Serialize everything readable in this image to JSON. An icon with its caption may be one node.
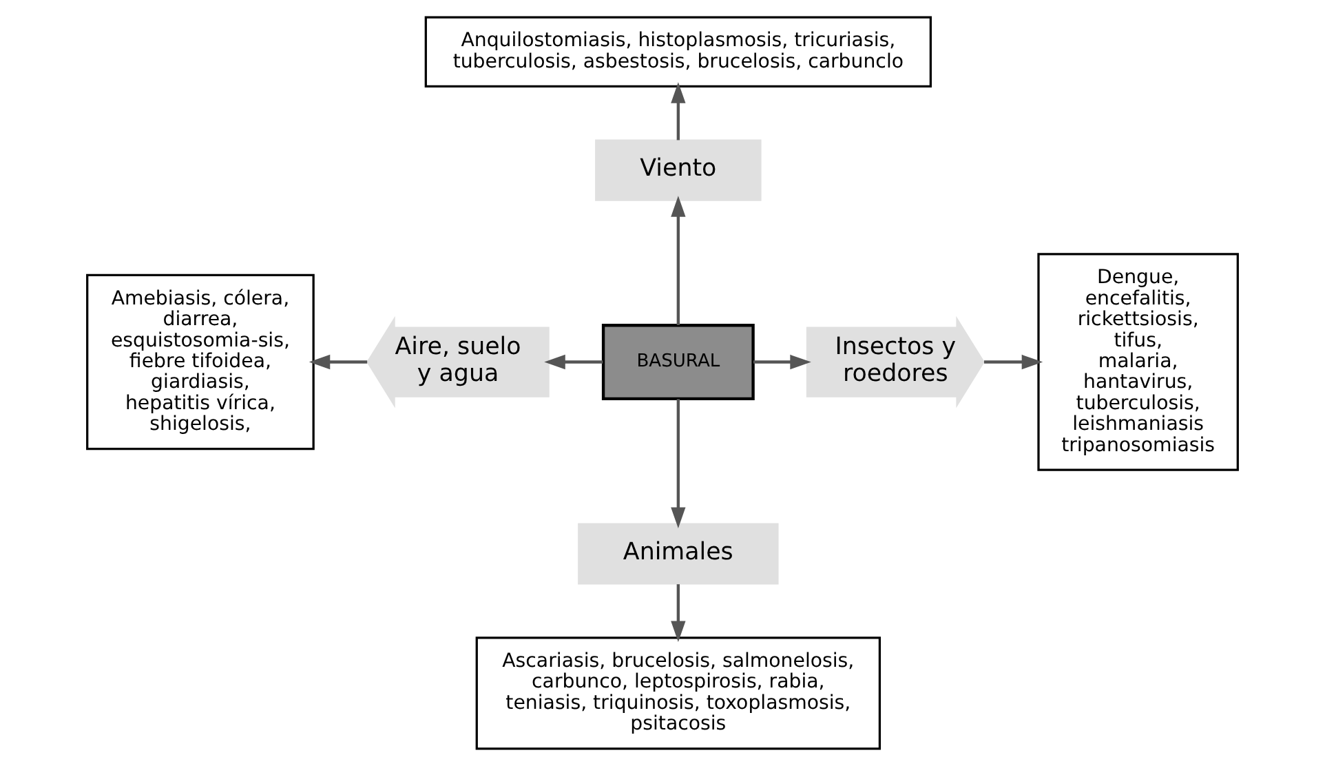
{
  "diagram": {
    "nodes": [
      {
        "text": [
          "Anquilostomiasis, histoplasmosis, tricuriasis, tuberculosis, asbestosis, brucelosis, carbunclo"
        ]
      },
      {
        "text": [
          "Viento"
        ]
      },
      {
        "text": [
          "Amebiasis, cólera, diarrea, esquistosomia-sis, fiebre tifoidea, giardiasis, hepatitis vírica, shigelosis,"
        ]
      },
      {
        "text": [
          "Aire, suelo y agua"
        ]
      },
      {
        "text": [
          "BASURAL"
        ]
      },
      {
        "text": [
          "Insectos y roedores"
        ]
      },
      {
        "text": [
          "Dengue, encefalitis, rickettsiosis, tifus, malaria, hantavirus, tuberculosis, leishmaniasis tripanosomiasis"
        ]
      },
      {
        "text": [
          "Animales"
        ]
      },
      {
        "text": [
          "Ascariasis, brucelosis, salmonelosis, carbunco, leptospirosis, rabia, teniasis, triquinosis, toxoplasmosis, psitacosis"
        ]
      }
    ],
    "edges": [
      {
        "from": 4,
        "to": 1,
        "arrow": "to"
      },
      {
        "from": 1,
        "to": 0,
        "arrow": "to"
      },
      {
        "from": 4,
        "to": 3,
        "arrow": "to"
      },
      {
        "from": 3,
        "to": 2,
        "arrow": "to"
      },
      {
        "from": 4,
        "to": 5,
        "arrow": "to"
      },
      {
        "from": 5,
        "to": 6,
        "arrow": "to"
      },
      {
        "from": 4,
        "to": 7,
        "arrow": "to"
      },
      {
        "from": 7,
        "to": 8,
        "arrow": "to"
      }
    ]
  }
}
